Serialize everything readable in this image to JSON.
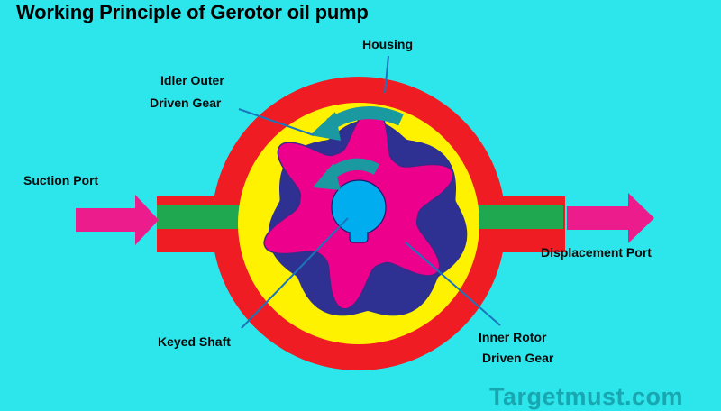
{
  "title": "Working Principle of Gerotor oil pump",
  "labels": {
    "housing": "Housing",
    "idler_line1": "Idler Outer",
    "idler_line2": "Driven Gear",
    "suction": "Suction Port",
    "displacement": "Displacement Port",
    "keyed_shaft": "Keyed Shaft",
    "inner_line1": "Inner Rotor",
    "inner_line2": "Driven Gear"
  },
  "watermark": "Targetmust.com",
  "colors": {
    "background": "#2ce6ec",
    "housing": "#ef1c24",
    "chamber": "#fff200",
    "outer_gear": "#2e3192",
    "inner_rotor": "#ec008c",
    "shaft": "#00aeef",
    "arrow": "#ec1c8c",
    "port": "#1fa84f",
    "rotation_arrow": "#1a9aa0",
    "leader_line": "#1b75bc"
  }
}
